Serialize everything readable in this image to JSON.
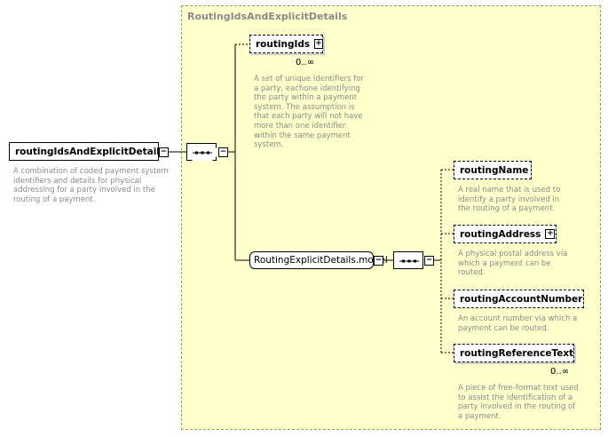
{
  "group": {
    "title": "RoutingIdsAndExplicitDetails"
  },
  "root": {
    "name": "routingIdsAndExplicitDetails",
    "description": "A combination of coded payment system identifiers and details for physical addressing for a party involved in the routing of a payment."
  },
  "routing_ids": {
    "name": "routingIds",
    "cardinality": "0..∞",
    "description": "A set of unique identifiers for a party, eachone identifying the party within a payment system. The assumption is that each party will not have more than one identifier within the same payment system."
  },
  "model": {
    "name": "RoutingExplicitDetails.model"
  },
  "children": [
    {
      "name": "routingName",
      "description": "A real name that is used to identify a party involved in the routing of a payment."
    },
    {
      "name": "routingAddress",
      "description": "A physical postal address via which a payment can be routed."
    },
    {
      "name": "routingAccountNumber",
      "description": "An account number via which a payment can be routed."
    },
    {
      "name": "routingReferenceText",
      "cardinality": "0..∞",
      "description": "A piece of free-format text used to assist the identification of a party involved in the routing of a payment."
    }
  ],
  "icons": {
    "expand": "+",
    "collapse": "−"
  }
}
